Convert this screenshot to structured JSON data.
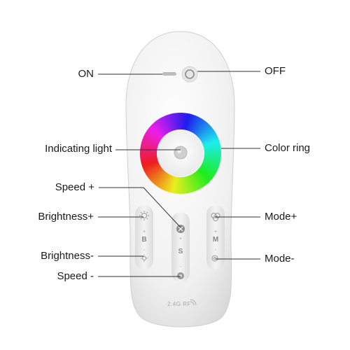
{
  "labels": {
    "on": "ON",
    "off": "OFF",
    "indicating_light": "Indicating light",
    "color_ring": "Color ring",
    "speed_plus": "Speed +",
    "brightness_plus": "Brightness+",
    "mode_plus": "Mode+",
    "brightness_minus": "Brightness-",
    "mode_minus": "Mode-",
    "speed_minus": "Speed -"
  },
  "remote": {
    "b_key": "B",
    "s_key": "S",
    "m_key": "M",
    "plus": "+",
    "minus": "-",
    "brand_text": "2.4G RF"
  },
  "colors": {
    "remote_body": "#f2f2f2",
    "button_pill": "#e9e9e9",
    "callout_line": "#333333",
    "label_text": "#1a1a1a"
  }
}
